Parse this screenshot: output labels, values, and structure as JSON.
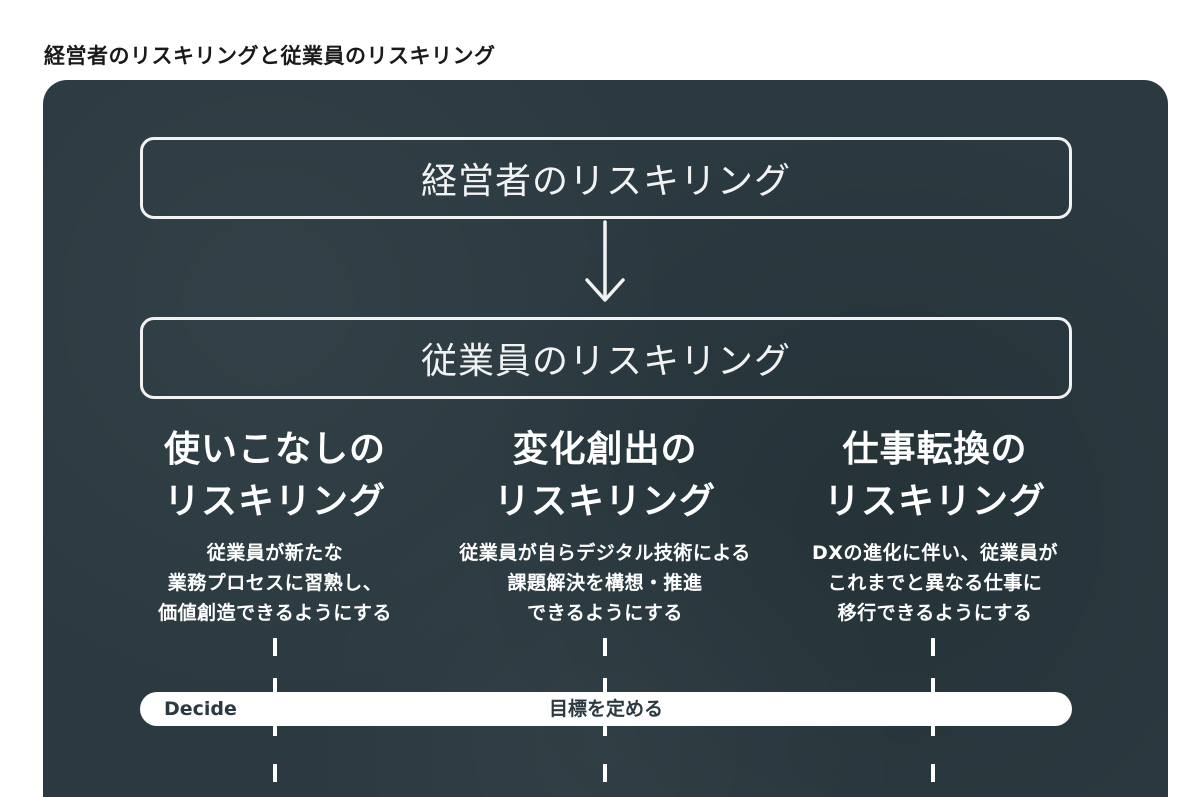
{
  "page_title": "経営者のリスキリングと従業員のリスキリング",
  "top_box": {
    "label": "経営者のリスキリング"
  },
  "middle_box": {
    "label": "従業員のリスキリング"
  },
  "columns": [
    {
      "title_line1": "使いこなしの",
      "title_line2": "リスキリング",
      "desc_lines": [
        "従業員が新たな",
        "業務プロセスに習熟し、",
        "価値創造できるようにする"
      ]
    },
    {
      "title_line1": "変化創出の",
      "title_line2": "リスキリング",
      "desc_lines": [
        "従業員が自らデジタル技術による",
        "課題解決を構想・推進",
        "できるようにする"
      ]
    },
    {
      "title_line1": "仕事転換の",
      "title_line2": "リスキリング",
      "desc_lines": [
        "DXの進化に伴い、従業員が",
        "これまでと異なる仕事に",
        "移行できるようにする"
      ]
    }
  ],
  "decide_bar": {
    "label": "Decide",
    "goal": "目標を定める"
  },
  "colors": {
    "board": "#2a3a40",
    "foreground": "#ffffff"
  }
}
